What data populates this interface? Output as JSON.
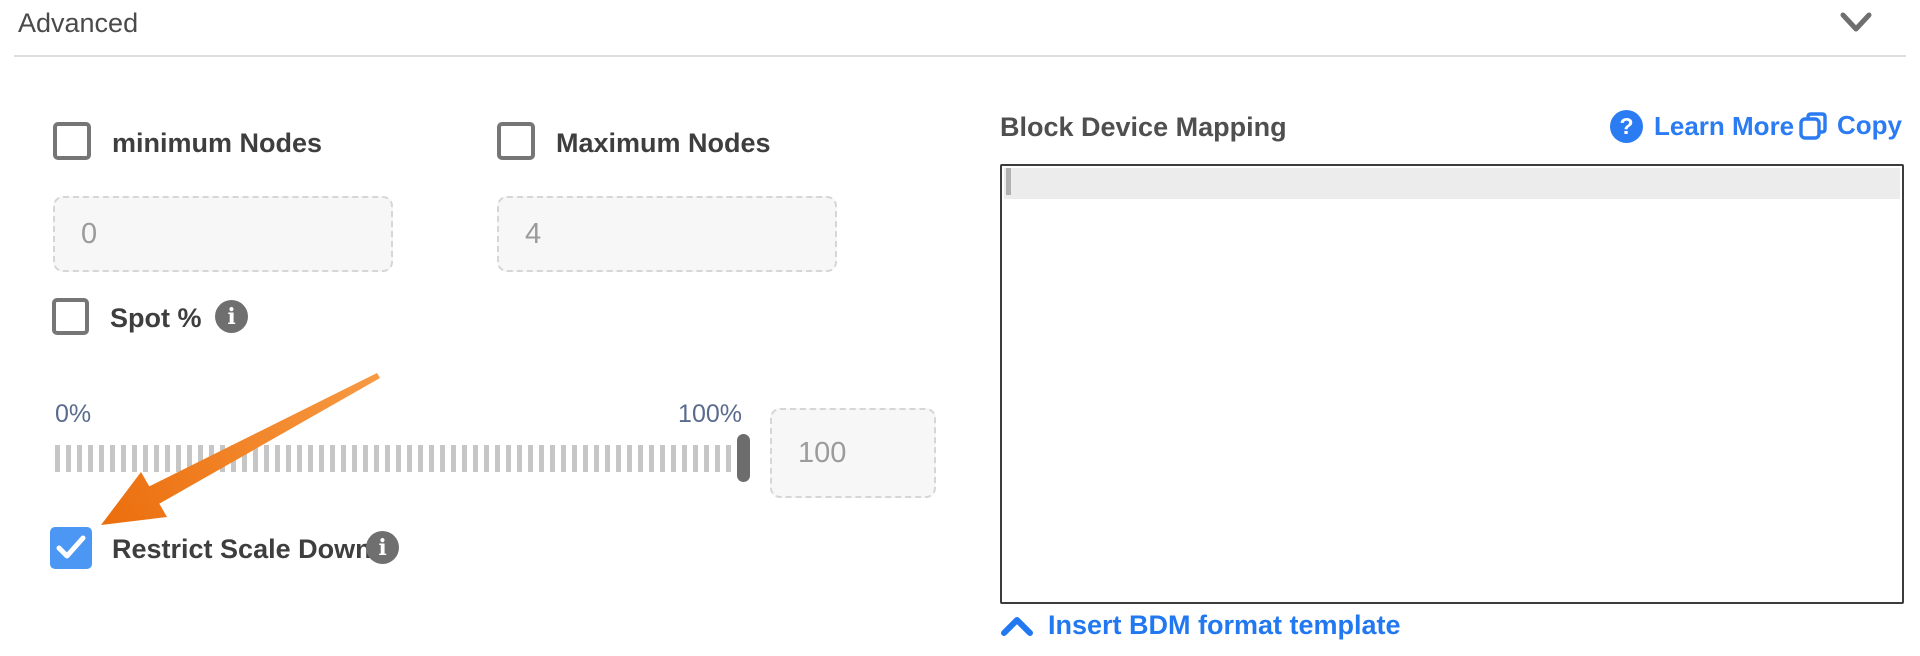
{
  "accordion": {
    "title": "Advanced"
  },
  "left": {
    "min_nodes": {
      "label": "minimum Nodes",
      "value": "0",
      "checked": false
    },
    "max_nodes": {
      "label": "Maximum Nodes",
      "value": "4",
      "checked": false
    },
    "spot": {
      "label": "Spot %",
      "checked": false
    },
    "slider": {
      "min_label": "0%",
      "max_label": "100%",
      "value": "100",
      "percent": 100
    },
    "restrict": {
      "label": "Restrict Scale Down",
      "checked": true
    }
  },
  "right": {
    "title": "Block Device Mapping",
    "learn_more_label": "Learn More",
    "copy_label": "Copy",
    "editor_value": "",
    "insert_link_label": "Insert BDM format template"
  },
  "icons": {
    "accordion_chevron": "chevron-down",
    "spot_info": "info-circle",
    "restrict_info": "info-circle",
    "learn_more": "question-circle",
    "copy": "copy",
    "insert": "chevron-up",
    "info_glyph": "i",
    "question_glyph": "?"
  },
  "colors": {
    "accent": "#2b7cf2",
    "checkbox_checked": "#4b97f3",
    "arrow": "#ef7d1d",
    "slider_label": "#5a6b8e",
    "label": "#3e3e3e"
  }
}
